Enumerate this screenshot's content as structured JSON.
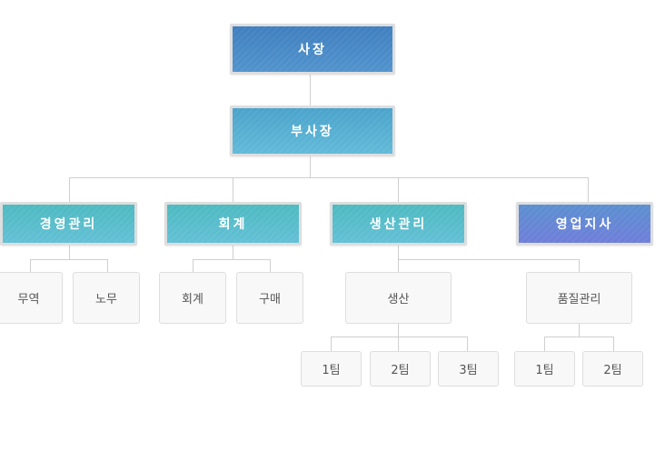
{
  "org": {
    "ceo": "사장",
    "vice_president": "부사장",
    "divisions": [
      {
        "label": "경영관리",
        "subs": [
          "무역",
          "노무"
        ]
      },
      {
        "label": "회계",
        "subs": [
          "회계",
          "구매"
        ]
      },
      {
        "label": "생산관리",
        "subs": [
          "생산",
          "품질관리"
        ]
      },
      {
        "label": "영업지사",
        "subs": []
      }
    ],
    "teams": {
      "production": [
        "1팀",
        "2팀",
        "3팀"
      ],
      "quality": [
        "1팀",
        "2팀"
      ]
    }
  },
  "colors": {
    "ceo": "#4585c3",
    "vice_president": "#56aed2",
    "division": "#57bdca",
    "sales_division": "#6a86d6",
    "connector": "#cfcfcf",
    "sub_box": "#f8f8f8"
  }
}
